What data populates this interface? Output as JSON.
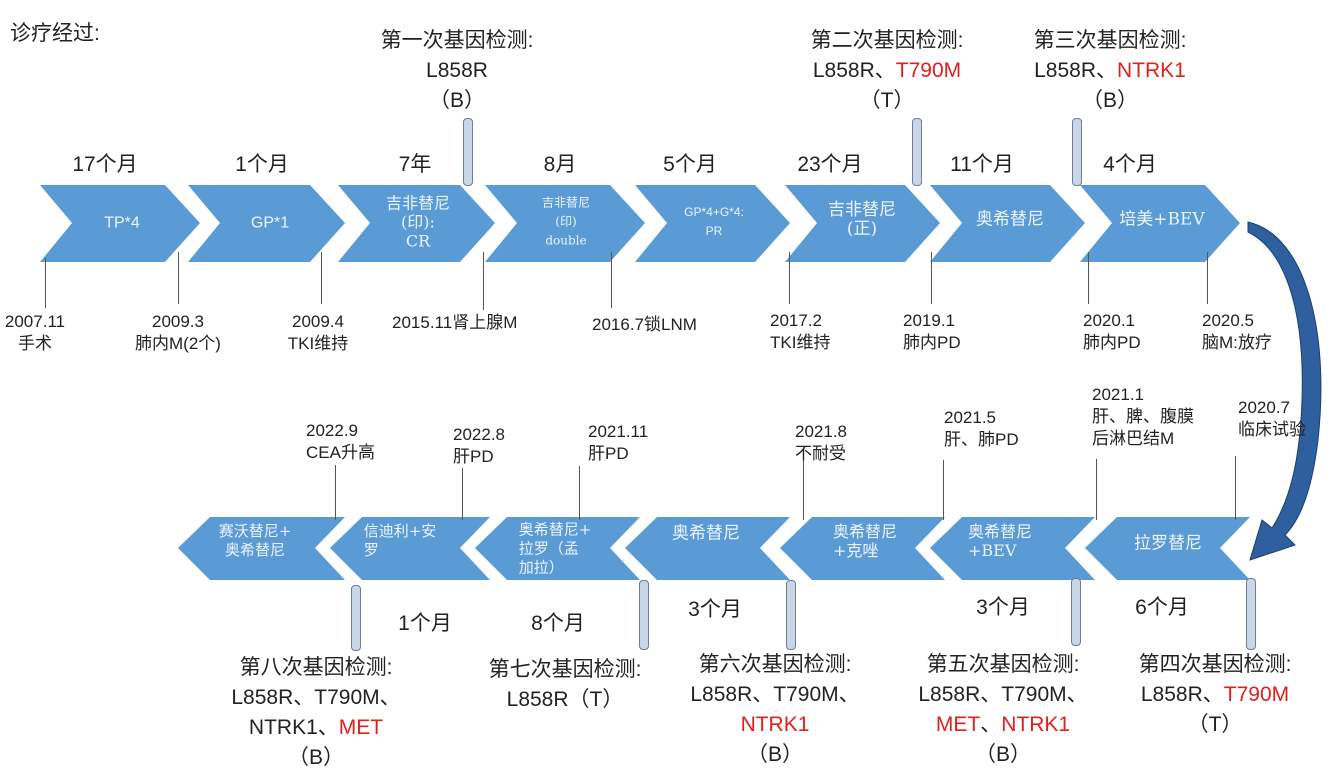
{
  "title": "诊疗经过:",
  "top_row": {
    "durations": [
      "17个月",
      "1个月",
      "7年",
      "8月",
      "5个月",
      "23个月",
      "11个月",
      "4个月"
    ],
    "treatments": [
      [
        "TP*4"
      ],
      [
        "GP*1"
      ],
      [
        "吉非替尼",
        "(印):",
        "CR"
      ],
      [
        "吉非替尼",
        "(印)",
        "double"
      ],
      [
        "GP*4+G*4:",
        "PR"
      ],
      [
        "吉非替尼",
        "(正)"
      ],
      [
        "奥希替尼"
      ],
      [
        "培美+BEV"
      ]
    ],
    "events": [
      [
        "2007.11",
        "手术"
      ],
      [
        "2009.3",
        "肺内M(2个)"
      ],
      [
        "2009.4",
        "TKI维持"
      ],
      [
        "2015.11肾上腺M"
      ],
      [
        "2016.7锁LNM"
      ],
      [
        "2017.2",
        "TKI维持"
      ],
      [
        "2019.1",
        "肺内PD"
      ],
      [
        "2020.1",
        "肺内PD"
      ],
      [
        "2020.5",
        "脑M:放疗"
      ]
    ],
    "tests": [
      {
        "title": "第一次基因检测:",
        "l1": "L858R",
        "red": "",
        "sample": "（B）"
      },
      {
        "title": "第二次基因检测:",
        "l1": "L858R、",
        "red": "T790M",
        "sample": "（T）"
      },
      {
        "title": "第三次基因检测:",
        "l1": "L858R、",
        "red": "NTRK1",
        "sample": "（B）"
      }
    ]
  },
  "bottom_row": {
    "durations": [
      "1个月",
      "8个月",
      "3个月",
      "3个月",
      "6个月"
    ],
    "treatments": [
      [
        "赛沃替尼+",
        "奥希替尼"
      ],
      [
        "信迪利+安",
        "罗"
      ],
      [
        "奥希替尼+",
        "拉罗（孟",
        "加拉）"
      ],
      [
        "奥希替尼"
      ],
      [
        "奥希替尼",
        "+克唑"
      ],
      [
        "奥希替尼",
        "+BEV"
      ],
      [
        "拉罗替尼"
      ]
    ],
    "events": [
      [
        "2022.9",
        "CEA升高"
      ],
      [
        "2022.8",
        "肝PD"
      ],
      [
        "2021.11",
        "肝PD"
      ],
      [
        "2021.8",
        "不耐受"
      ],
      [
        "2021.5",
        "肝、肺PD"
      ],
      [
        "2021.1",
        "肝、脾、腹膜",
        "后淋巴结M"
      ],
      [
        "2020.7",
        "临床试验"
      ]
    ],
    "tests": [
      {
        "title": "第八次基因检测:",
        "l1": "L858R、T790M、",
        "l2": "NTRK1、",
        "red": "MET",
        "sample": "（B）"
      },
      {
        "title": "第七次基因检测:",
        "l1": "L858R（T）"
      },
      {
        "title": "第六次基因检测:",
        "l1": "L858R、T790M、",
        "red": "NTRK1",
        "sample": "（B）"
      },
      {
        "title": "第五次基因检测:",
        "l1": "L858R、T790M、",
        "red": "MET",
        "l2": "、",
        "red2": "NTRK1",
        "sample": "（B）"
      },
      {
        "title": "第四次基因检测:",
        "l1": "L858R、",
        "red": "T790M",
        "sample": "（T）"
      }
    ]
  },
  "colors": {
    "chevron": "#5b9bd5",
    "arrow": "#2e5f9e",
    "red": "#e0201c"
  }
}
